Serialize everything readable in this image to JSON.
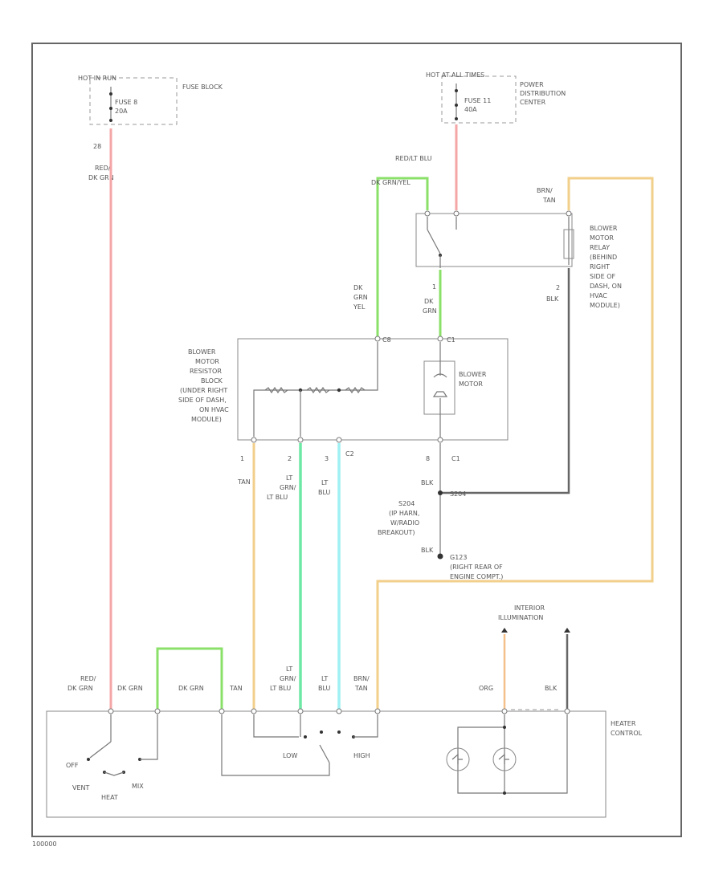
{
  "labels": {
    "hot_in_run": "HOT IN RUN",
    "fuse_block": "FUSE BLOCK",
    "fuse8": "FUSE 8",
    "fuse8_amp": "20A",
    "hot_at_all_times": "HOT AT ALL TIMES",
    "power_dist_1": "POWER",
    "power_dist_2": "DISTRIBUTION",
    "power_dist_3": "CENTER",
    "fuse11": "FUSE 11",
    "fuse11_amp": "40A",
    "pin_28": "28",
    "red_dk_grn_1": "RED/",
    "red_dk_grn_2": "DK GRN",
    "red_lt_blu": "RED/LT BLU",
    "dk_grn_yel_top": "DK GRN/YEL",
    "brn_tan_1": "BRN/",
    "brn_tan_2": "TAN",
    "relay_1": "BLOWER",
    "relay_2": "MOTOR",
    "relay_3": "RELAY",
    "relay_4": "(BEHIND",
    "relay_5": "RIGHT",
    "relay_6": "SIDE OF",
    "relay_7": "DASH, ON",
    "relay_8": "HVAC",
    "relay_9": "MODULE)",
    "pin_2": "2",
    "blk": "BLK",
    "pin_1": "1",
    "dk": "DK",
    "grn": "GRN",
    "yel": "YEL",
    "c8": "C8",
    "c1": "C1",
    "res_1": "BLOWER",
    "res_2": "MOTOR",
    "res_3": "RESISTOR",
    "res_4": "BLOCK",
    "res_5": "(UNDER RIGHT",
    "res_6": "SIDE OF DASH,",
    "res_7": "ON HVAC",
    "res_8": "MODULE)",
    "motor_1": "BLOWER",
    "motor_2": "MOTOR",
    "p1": "1",
    "p2": "2",
    "p3": "3",
    "c2": "C2",
    "p8": "8",
    "tan": "TAN",
    "lt": "LT",
    "lt_blu": "LT BLU",
    "blu": "BLU",
    "s204": "S204",
    "s204_1": "S204",
    "s204_2": "(IP HARN,",
    "s204_3": "W/RADIO",
    "s204_4": "BREAKOUT)",
    "g123": "G123",
    "g123_1": "(RIGHT REAR OF",
    "g123_2": "ENGINE COMPT.)",
    "interior_1": "INTERIOR",
    "interior_2": "ILLUMINATION",
    "red": "RED/",
    "dk_grn": "DK GRN",
    "lt_grn": "GRN/",
    "brn": "BRN/",
    "org": "ORG",
    "off": "OFF",
    "low": "LOW",
    "high": "HIGH",
    "vent": "VENT",
    "heat": "HEAT",
    "mix": "MIX",
    "heater_1": "HEATER",
    "heater_2": "CONTROL",
    "footer": "100000"
  }
}
